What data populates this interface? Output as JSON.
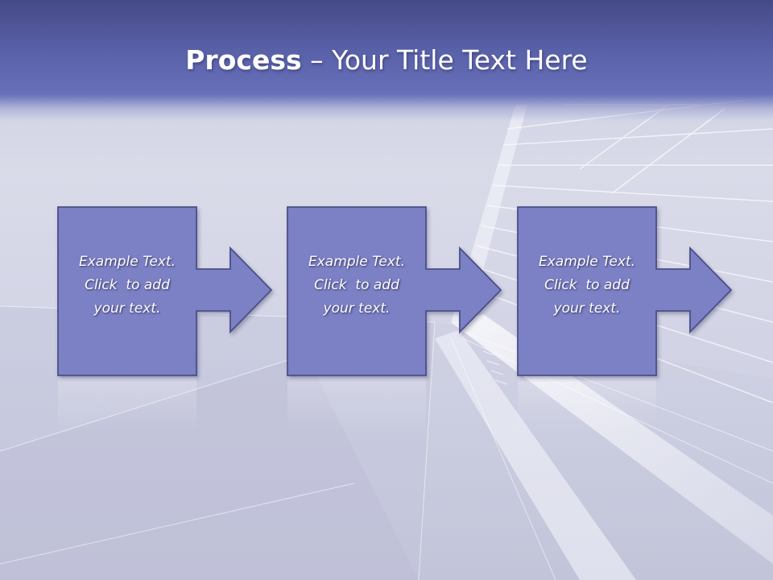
{
  "slide": {
    "title_bold": "Process",
    "title_rest": " – Your Title Text Here"
  },
  "steps": [
    {
      "line1": "Example Text.",
      "line2": "Click  to add",
      "line3": "your text."
    },
    {
      "line1": "Example Text.",
      "line2": "Click  to add",
      "line3": "your text."
    },
    {
      "line1": "Example Text.",
      "line2": "Click  to add",
      "line3": "your text."
    }
  ],
  "colors": {
    "title_band": "#5a62aa",
    "box_fill": "#7b80c4",
    "box_stroke": "#4b4f86",
    "text": "#ffffff"
  }
}
